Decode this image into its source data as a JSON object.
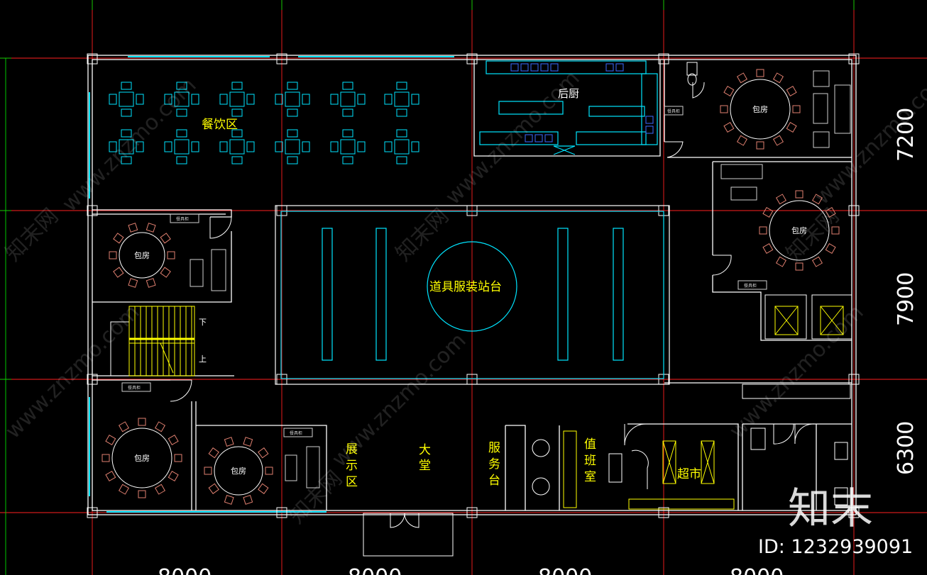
{
  "labels": {
    "dining": "餐饮区",
    "kitchen": "后厨",
    "stage": "道具服装站台",
    "private_room": "包房",
    "exhibit": [
      "展",
      "示",
      "区"
    ],
    "lobby": [
      "大",
      "堂"
    ],
    "service_desk": [
      "服",
      "务",
      "台"
    ],
    "duty_room": [
      "值",
      "班",
      "室"
    ],
    "market": "超市",
    "stair_down": "下",
    "stair_up": "上",
    "cabinet": "餐具柜"
  },
  "dimensions": [
    "7200",
    "7900",
    "6300",
    "8000"
  ],
  "watermark": {
    "text": "www.znzmo.com",
    "brand": "知末网",
    "logo": "知末",
    "id": "ID: 1232939091"
  },
  "colors": {
    "walls": "#ffffff",
    "furniture": "#00e5ff",
    "chairs": "#e08070",
    "axis_red": "#ff2020",
    "axis_green": "#00dd00",
    "text": "#ffff00"
  }
}
